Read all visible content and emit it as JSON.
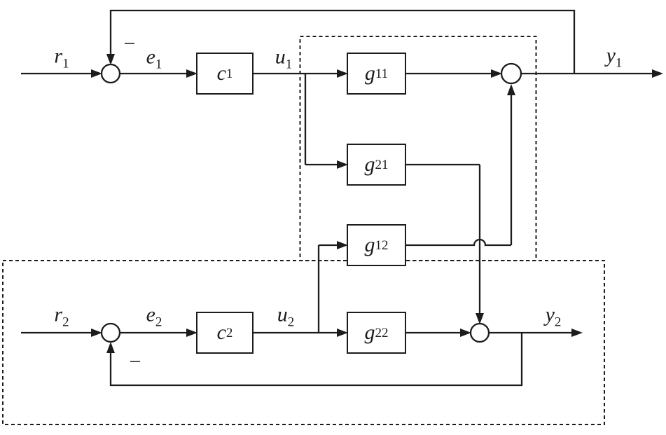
{
  "diagram": {
    "type": "control-system-block-diagram",
    "colors": {
      "line": "#1c1c1c",
      "background": "#ffffff"
    },
    "signals": {
      "r1": {
        "base": "r",
        "sub": "1"
      },
      "e1": {
        "base": "e",
        "sub": "1"
      },
      "u1": {
        "base": "u",
        "sub": "1"
      },
      "y1": {
        "base": "y",
        "sub": "1"
      },
      "r2": {
        "base": "r",
        "sub": "2"
      },
      "e2": {
        "base": "e",
        "sub": "2"
      },
      "u2": {
        "base": "u",
        "sub": "2"
      },
      "y2": {
        "base": "y",
        "sub": "2"
      }
    },
    "blocks": {
      "c1": {
        "base": "c",
        "sub": "1"
      },
      "g11": {
        "base": "g",
        "sub": "11"
      },
      "g21": {
        "base": "g",
        "sub": "21"
      },
      "g12": {
        "base": "g",
        "sub": "12"
      },
      "g22": {
        "base": "g",
        "sub": "22"
      },
      "c2": {
        "base": "c",
        "sub": "2"
      }
    },
    "signs": {
      "sum1_minus": "−",
      "sum2_minus": "−"
    }
  }
}
